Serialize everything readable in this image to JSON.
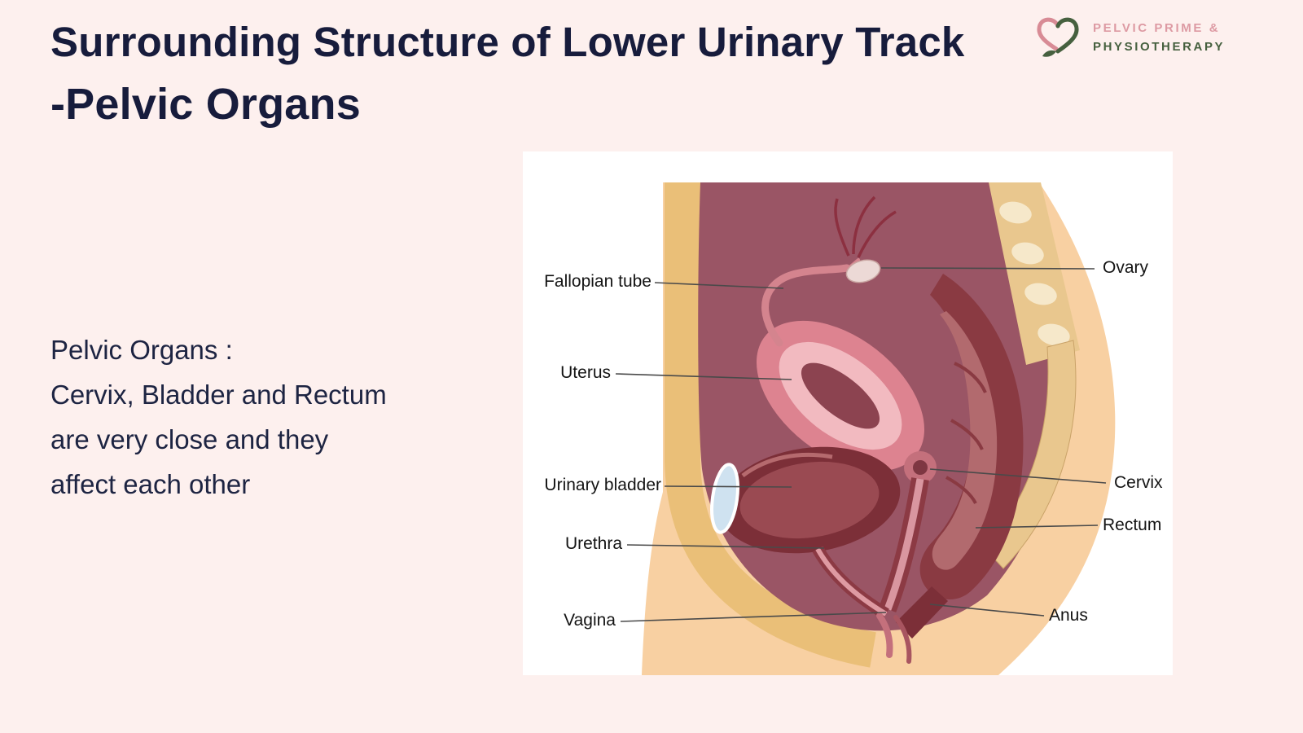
{
  "slide": {
    "title_line1": "Surrounding Structure of Lower Urinary Track",
    "title_line2": "-Pelvic Organs",
    "body_lines": [
      "Pelvic Organs :",
      "Cervix, Bladder and Rectum",
      "are very close and they",
      "affect each other"
    ]
  },
  "logo": {
    "icon": "heart-logo-icon",
    "name_line1": "PELVIC PRIME &",
    "name_line2": "PHYSIOTHERAPY",
    "pink": "#dd9aa3",
    "green": "#46603f"
  },
  "diagram": {
    "labels_left": [
      "Fallopian tube",
      "Uterus",
      "Urinary bladder",
      "Urethra",
      "Vagina"
    ],
    "labels_right": [
      "Ovary",
      "Cervix",
      "Rectum",
      "Anus"
    ]
  },
  "colors": {
    "background": "#fdf0ee",
    "title_text": "#171c3c",
    "body_text": "#1d2442",
    "panel_background": "#ffffff",
    "label_text": "#141414",
    "skin": "#f8d0a2",
    "fat_band": "#eabf78",
    "cavity": "#9a5565",
    "organ_dark": "#7c2f38",
    "organ_pink": "#dd8390"
  }
}
